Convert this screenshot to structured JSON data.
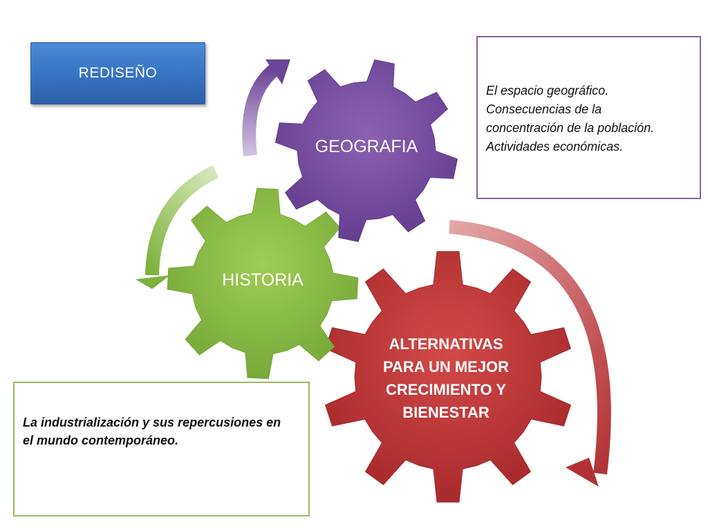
{
  "redesign": {
    "label": "REDISEÑO"
  },
  "gears": {
    "geografia": {
      "label": "GEOGRAFIA",
      "color": "#7a54a6"
    },
    "historia": {
      "label": "HISTORIA",
      "color": "#8cbd45"
    },
    "alternativas": {
      "lines": [
        "ALTERNATIVAS",
        "PARA UN MEJOR",
        "CRECIMIENTO Y",
        "BIENESTAR"
      ],
      "color": "#c0393b"
    }
  },
  "notes": {
    "geografia": {
      "lines": [
        "El espacio geográfico.",
        "Consecuencias de la",
        "concentración de la población.",
        "Actividades económicas."
      ],
      "border_color": "#8064a2"
    },
    "historia": {
      "lines": [
        "La industrialización y sus repercusiones en",
        "el mundo contemporáneo."
      ],
      "border_color": "#9bbb59"
    }
  },
  "arrows": {
    "purple": "#7a54a6",
    "green": "#8cbd45",
    "red": "#c0393b"
  }
}
